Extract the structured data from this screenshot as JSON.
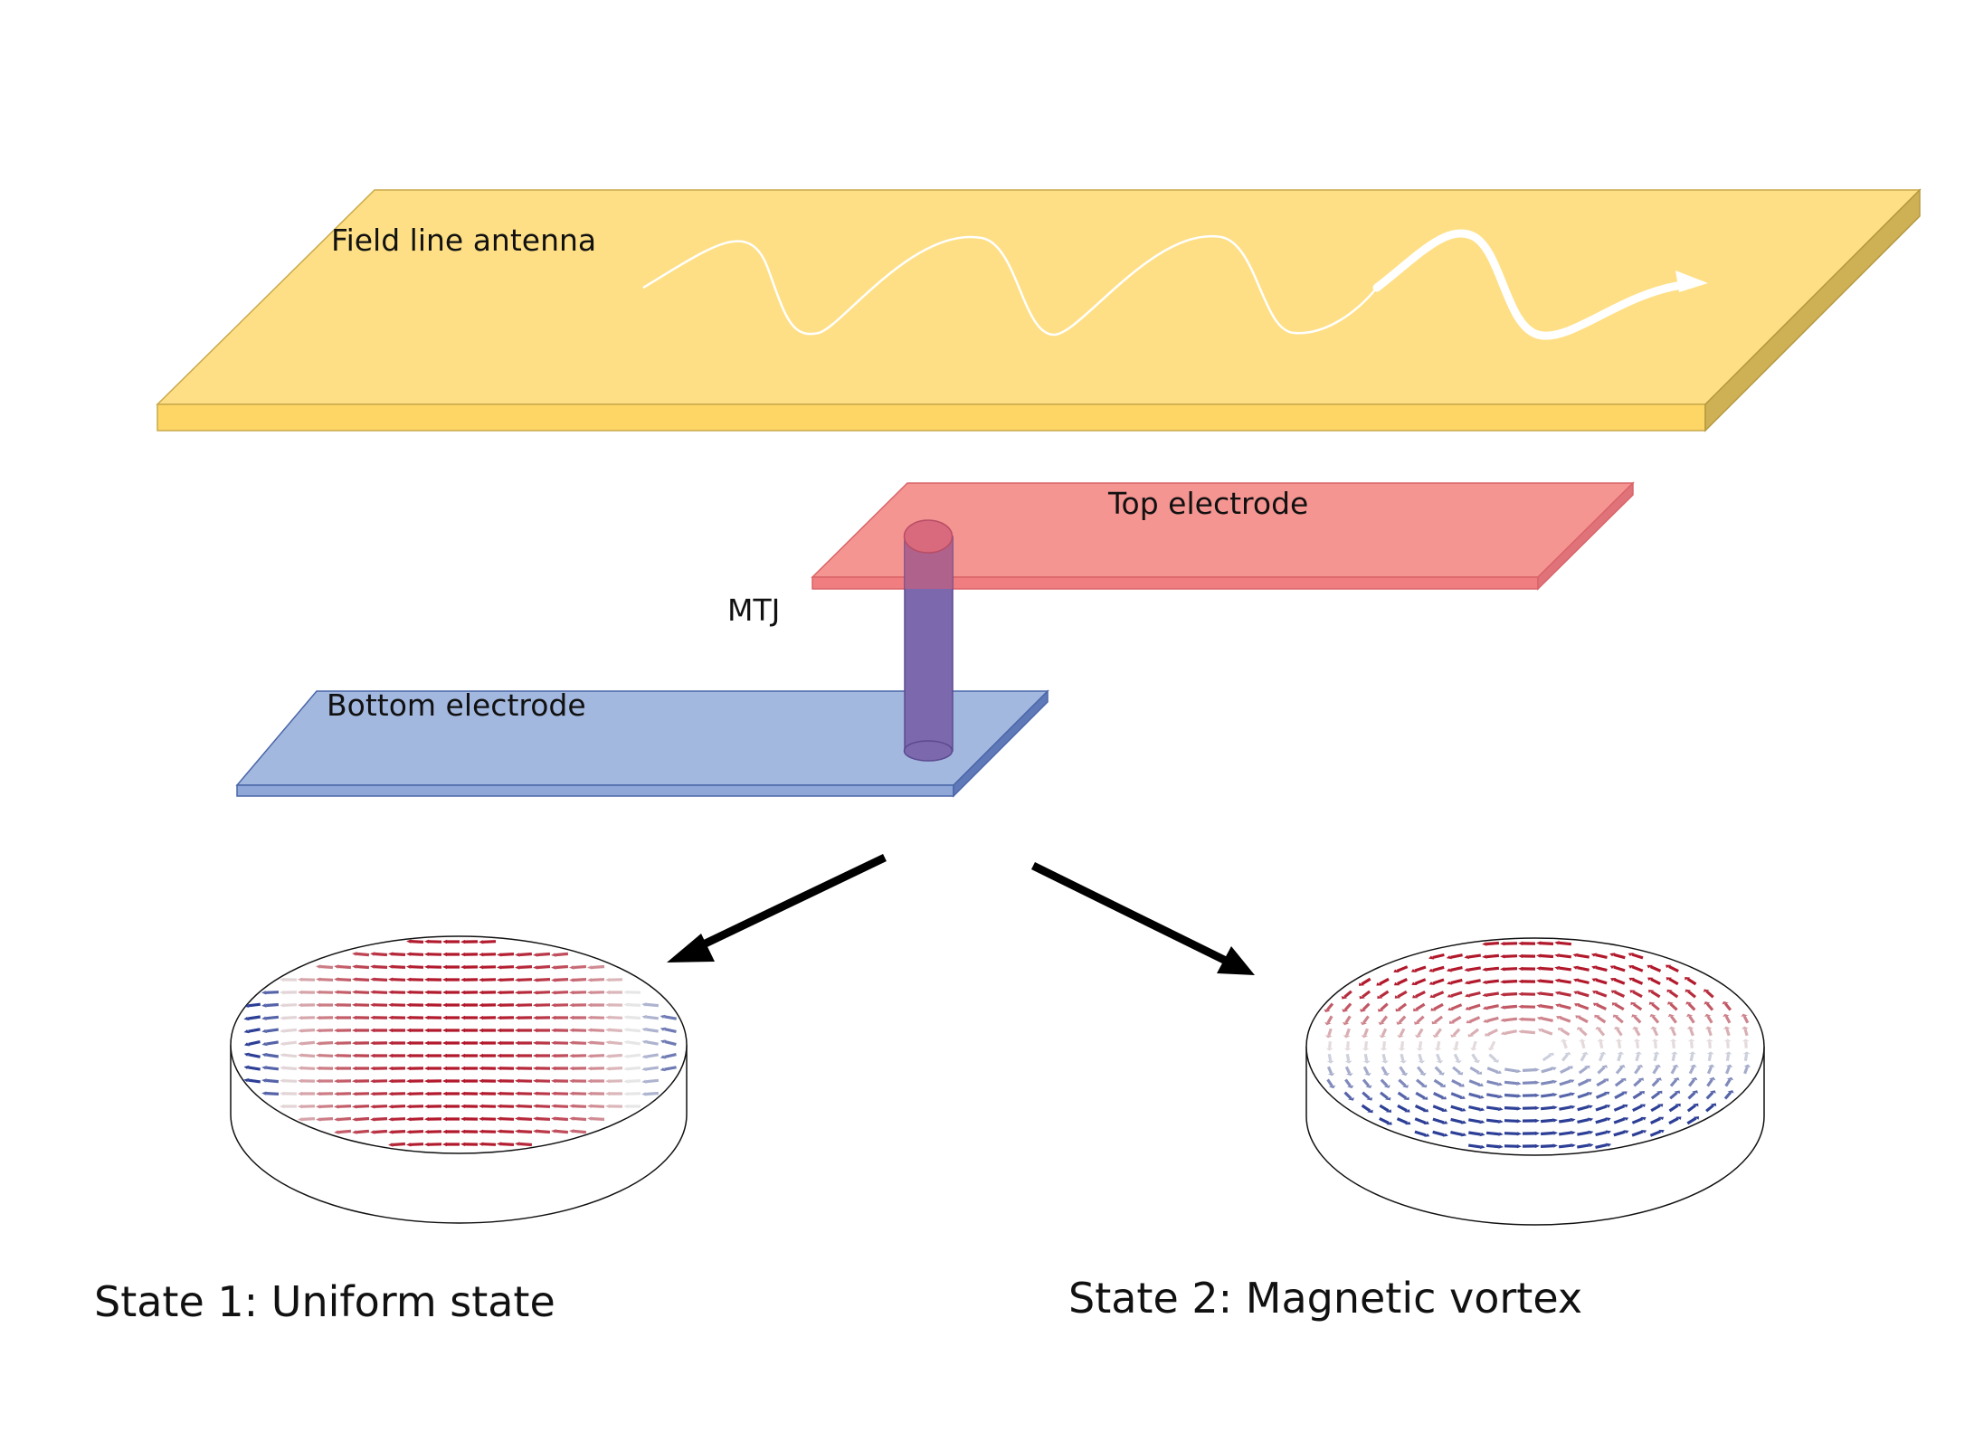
{
  "labels": {
    "antenna": "Field line antenna",
    "top_electrode": "Top electrode",
    "mtj": "MTJ",
    "bottom_electrode": "Bottom electrode",
    "state1": "State 1: Uniform state",
    "state2": "State 2: Magnetic vortex"
  },
  "colors": {
    "antenna_top": "#fedf85",
    "antenna_front": "#fdd666",
    "antenna_side": "#cfb155",
    "antenna_edge": "#c9a94a",
    "top_electrode": "#f59592",
    "top_electrode_edge": "#d86468",
    "bottom_electrode": "#a3b8df",
    "bottom_electrode_edge": "#4a66a8",
    "mtj_pillar": "#7b68ad",
    "mtj_cap": "#d9697d",
    "arrow": "#000000",
    "wave": "#ffffff",
    "spin_red": "#b2182b",
    "spin_white": "#e8e8e8",
    "spin_blue": "#2c3e96"
  },
  "icons": {
    "wave": "microwave-signal-arrow-icon",
    "state_arrow": "transition-arrow-icon"
  }
}
